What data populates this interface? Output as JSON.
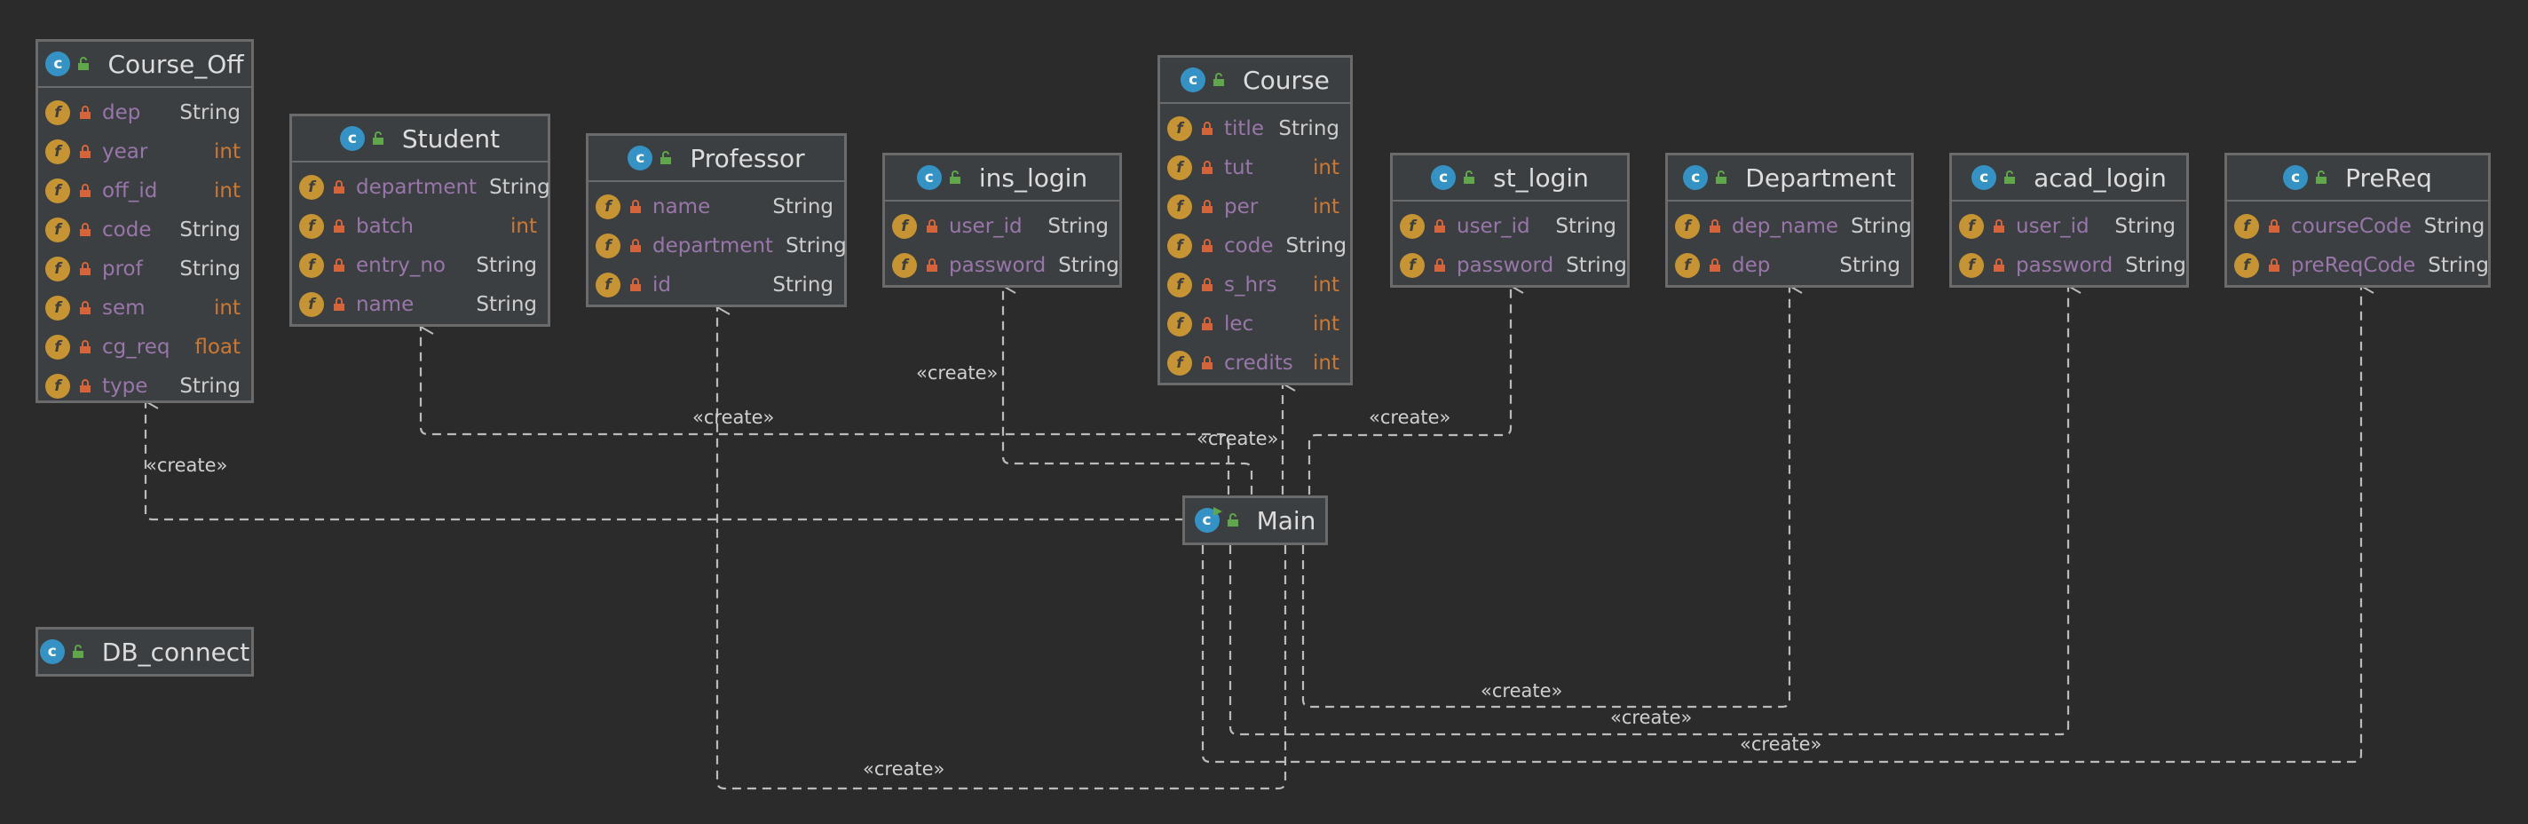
{
  "classes": {
    "course_off": {
      "name": "Course_Off",
      "icon": "class-icon",
      "fields": [
        {
          "name": "dep",
          "type": "String"
        },
        {
          "name": "year",
          "type": "int"
        },
        {
          "name": "off_id",
          "type": "int"
        },
        {
          "name": "code",
          "type": "String"
        },
        {
          "name": "prof",
          "type": "String"
        },
        {
          "name": "sem",
          "type": "int"
        },
        {
          "name": "cg_req",
          "type": "float"
        },
        {
          "name": "type",
          "type": "String"
        }
      ]
    },
    "student": {
      "name": "Student",
      "icon": "class-icon",
      "fields": [
        {
          "name": "department",
          "type": "String"
        },
        {
          "name": "batch",
          "type": "int"
        },
        {
          "name": "entry_no",
          "type": "String"
        },
        {
          "name": "name",
          "type": "String"
        }
      ]
    },
    "professor": {
      "name": "Professor",
      "icon": "class-icon",
      "fields": [
        {
          "name": "name",
          "type": "String"
        },
        {
          "name": "department",
          "type": "String"
        },
        {
          "name": "id",
          "type": "String"
        }
      ]
    },
    "ins_login": {
      "name": "ins_login",
      "icon": "class-icon",
      "fields": [
        {
          "name": "user_id",
          "type": "String"
        },
        {
          "name": "password",
          "type": "String"
        }
      ]
    },
    "course": {
      "name": "Course",
      "icon": "class-icon",
      "fields": [
        {
          "name": "title",
          "type": "String"
        },
        {
          "name": "tut",
          "type": "int"
        },
        {
          "name": "per",
          "type": "int"
        },
        {
          "name": "code",
          "type": "String"
        },
        {
          "name": "s_hrs",
          "type": "int"
        },
        {
          "name": "lec",
          "type": "int"
        },
        {
          "name": "credits",
          "type": "int"
        }
      ]
    },
    "st_login": {
      "name": "st_login",
      "icon": "class-icon",
      "fields": [
        {
          "name": "user_id",
          "type": "String"
        },
        {
          "name": "password",
          "type": "String"
        }
      ]
    },
    "department": {
      "name": "Department",
      "icon": "class-icon",
      "fields": [
        {
          "name": "dep_name",
          "type": "String"
        },
        {
          "name": "dep",
          "type": "String"
        }
      ]
    },
    "acad_login": {
      "name": "acad_login",
      "icon": "class-icon",
      "fields": [
        {
          "name": "user_id",
          "type": "String"
        },
        {
          "name": "password",
          "type": "String"
        }
      ]
    },
    "prereq": {
      "name": "PreReq",
      "icon": "class-icon",
      "fields": [
        {
          "name": "courseCode",
          "type": "String"
        },
        {
          "name": "preReqCode",
          "type": "String"
        }
      ]
    },
    "main": {
      "name": "Main",
      "icon": "main-class-icon",
      "fields": []
    },
    "db_connect": {
      "name": "DB_connect",
      "icon": "class-icon",
      "fields": []
    }
  },
  "relations": [
    {
      "from": "Main",
      "to": "Course_Off",
      "label": "«create»"
    },
    {
      "from": "Main",
      "to": "Student",
      "label": "«create»"
    },
    {
      "from": "Main",
      "to": "ins_login",
      "label": "«create»"
    },
    {
      "from": "Main",
      "to": "Course",
      "label": "«create»"
    },
    {
      "from": "Main",
      "to": "st_login",
      "label": "«create»"
    },
    {
      "from": "Main",
      "to": "Department",
      "label": "«create»"
    },
    {
      "from": "Main",
      "to": "acad_login",
      "label": "«create»"
    },
    {
      "from": "Main",
      "to": "PreReq",
      "label": "«create»"
    },
    {
      "from": "Main",
      "to": "Professor",
      "label": "«create»"
    }
  ],
  "colors": {
    "background": "#2b2b2b",
    "node_fill": "#3c3f41",
    "node_border": "#6b6b6b",
    "class_icon": "#3592c4",
    "field_icon": "#c79434",
    "field_name": "#9876aa",
    "primitive_type": "#cc7832",
    "edge": "#bbbbbb"
  }
}
